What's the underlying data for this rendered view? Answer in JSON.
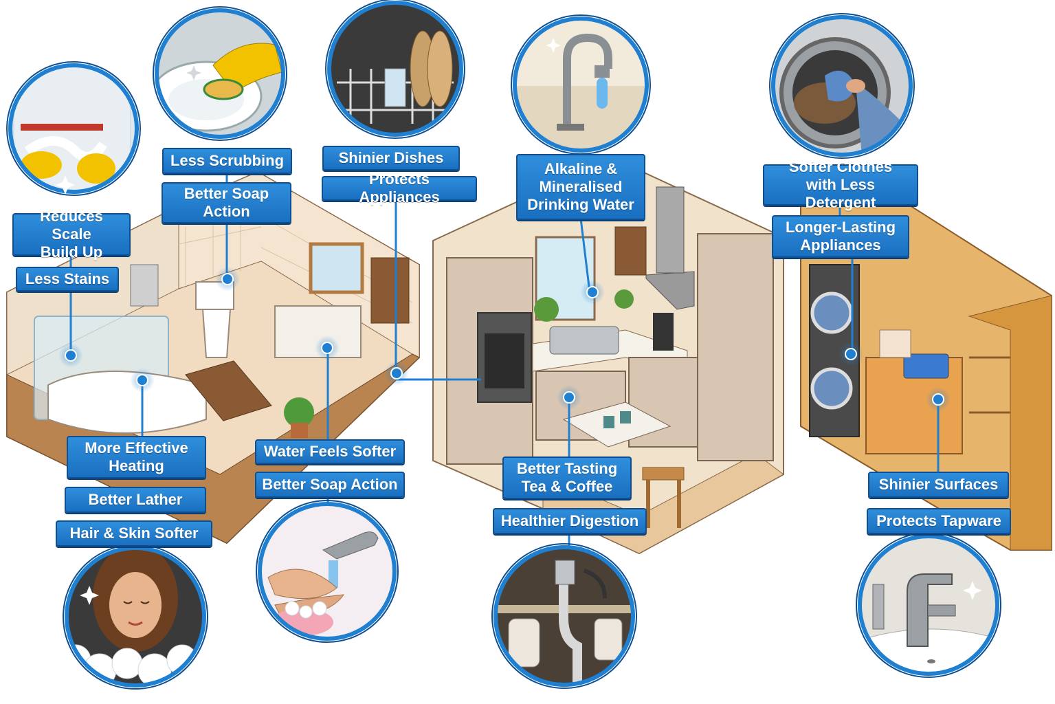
{
  "colors": {
    "accent": "#1f7fd1",
    "accent_dark": "#0f4f8f",
    "wood": "#e3a95a",
    "floor": "#b98450"
  },
  "rooms": {
    "bathroom": "bathroom",
    "kitchen": "kitchen",
    "laundry": "laundry"
  },
  "labels": {
    "reduces_scale": "Reduces Scale\nBuild Up",
    "less_stains": "Less Stains",
    "less_scrubbing": "Less Scrubbing",
    "better_soap_action_1": "Better Soap\nAction",
    "shinier_dishes": "Shinier Dishes",
    "protects_appliances": "Protects Appliances",
    "alkaline_water": "Alkaline &\nMineralised\nDrinking Water",
    "softer_clothes": "Softer Clothes\nwith Less Detergent",
    "longer_lasting": "Longer-Lasting\nAppliances",
    "more_effective_heating": "More Effective\nHeating",
    "better_lather": "Better Lather",
    "hair_skin_softer": "Hair & Skin Softer",
    "water_feels_softer": "Water Feels Softer",
    "better_soap_action_2": "Better Soap Action",
    "better_tasting": "Better Tasting\nTea & Coffee",
    "healthier_digestion": "Healthier Digestion",
    "shinier_surfaces": "Shinier Surfaces",
    "protects_tapware": "Protects Tapware"
  },
  "vignettes": [
    "shower-scrubbing-vignette",
    "sink-scrubbing-vignette",
    "dishwasher-vignette",
    "drinking-tap-vignette",
    "washing-machine-vignette",
    "relaxing-bath-vignette",
    "hand-washing-vignette",
    "under-sink-filter-vignette",
    "chrome-tap-vignette"
  ]
}
